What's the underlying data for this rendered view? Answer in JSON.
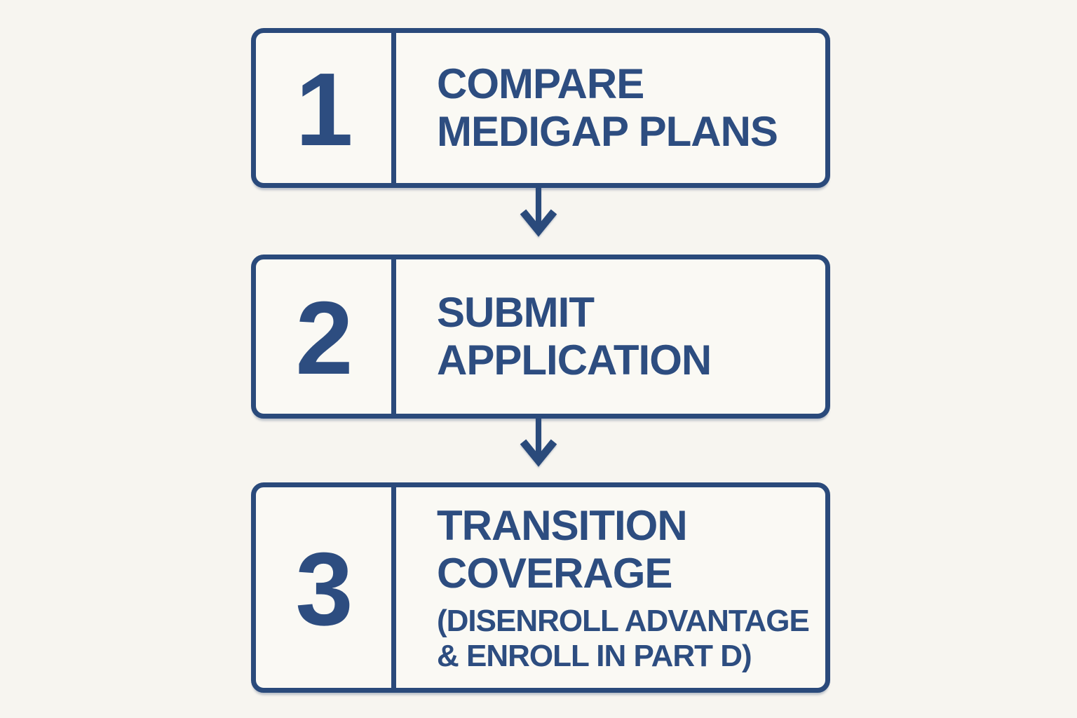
{
  "page": {
    "background_color": "#f7f5f0",
    "box_fill_color": "#faf9f4",
    "accent_color": "#2a4a7b",
    "text_color": "#2d4d80"
  },
  "icons": {
    "connector": "down-arrow-icon"
  },
  "steps": [
    {
      "number": "1",
      "title_lines": [
        "COMPARE",
        "MEDIGAP PLANS"
      ],
      "subtitle_lines": []
    },
    {
      "number": "2",
      "title_lines": [
        "SUBMIT",
        "APPLICATION"
      ],
      "subtitle_lines": []
    },
    {
      "number": "3",
      "title_lines": [
        "TRANSITION",
        "COVERAGE"
      ],
      "subtitle_lines": [
        "(DISENROLL ADVANTAGE",
        "& ENROLL IN PART D)"
      ]
    }
  ]
}
